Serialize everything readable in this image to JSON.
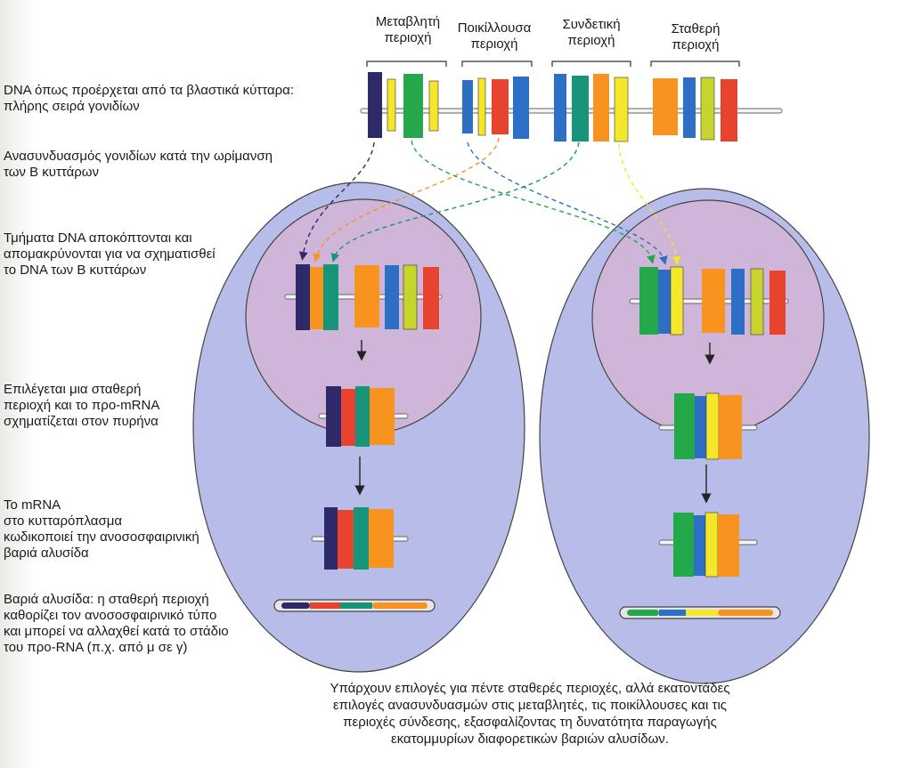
{
  "region_titles": [
    {
      "id": "variable",
      "text": "Μεταβλητή\nπεριοχή"
    },
    {
      "id": "diverse",
      "text": "Ποικίλλουσα\nπεριοχή"
    },
    {
      "id": "joining",
      "text": "Συνδετική\nπεριοχή"
    },
    {
      "id": "constant",
      "text": "Σταθερή\nπεριοχή"
    }
  ],
  "step_labels": [
    {
      "id": "germline",
      "text": "DNA όπως προέρχεται από τα βλαστικά κύτταρα:\nπλήρης σειρά γονιδίων"
    },
    {
      "id": "recombination",
      "text": "Ανασυνδυασμός γονιδίων κατά την ωρίμανση\nτων Β κυττάρων"
    },
    {
      "id": "excision",
      "text": "Τμήματα DNA αποκόπτονται και\nαπομακρύνονται για να σχηματισθεί\nτο DNA των Β κυττάρων"
    },
    {
      "id": "constant-choice",
      "text": "Επιλέγεται μια σταθερή\nπεριοχή και το προ-mRNA\nσχηματίζεται στον πυρήνα"
    },
    {
      "id": "mrna",
      "text": "Το mRNA\nστο κυτταρόπλασμα\nκωδικοποιεί την ανοσοσφαιρινική\nβαριά αλυσίδα"
    },
    {
      "id": "heavy-chain",
      "text": "Βαριά αλυσίδα: η σταθερή περιοχή\nκαθορίζει τον ανοσοσφαιρινικό τύπο\nκαι μπορεί να αλλαχθεί κατά το στάδιο\nτου προ-RNA (π.χ. από μ σε γ)"
    }
  ],
  "caption": "Υπάρχουν επιλογές για πέντε σταθερές περιοχές, αλλά εκατοντάδες\nεπιλογές ανασυνδυασμών στις μεταβλητές, τις ποικίλλουσες και τις\nπεριοχές σύνδεσης, εξασφαλίζοντας τη δυνατότητα παραγωγής\nεκατομμυρίων διαφορετικών βαριών αλυσίδων.",
  "colors": {
    "navy": "#2e2a6a",
    "yellow": "#f4e62a",
    "green": "#23a84a",
    "blue": "#2c6fc4",
    "orange": "#f7931e",
    "red": "#e8432e",
    "teal": "#16957a",
    "cell": "#b7bde8",
    "nucleus": "#cfb6d8"
  }
}
